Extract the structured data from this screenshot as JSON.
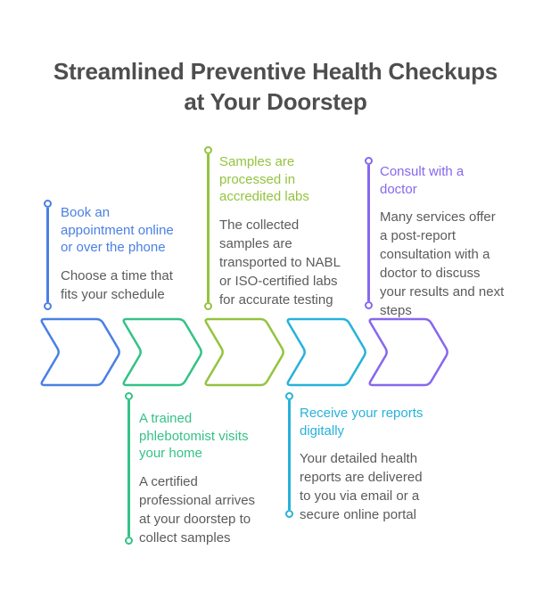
{
  "title": "Streamlined Preventive Health Checkups\nat Your Doorstep",
  "colors": {
    "title_text": "#4e4e4e",
    "body_text": "#5a5b5d",
    "background": "#ffffff"
  },
  "steps": [
    {
      "color": "#4a80e4",
      "heading": "Book an\nappointment online\nor over the phone",
      "body": "Choose a time that\nfits your schedule"
    },
    {
      "color": "#35c287",
      "heading": "A trained\nphlebotomist visits\nyour home",
      "body": "A certified\nprofessional arrives\nat your doorstep to\ncollect samples"
    },
    {
      "color": "#94c33f",
      "heading": "Samples are\nprocessed in\naccredited labs",
      "body": "The collected\nsamples are\ntransported to NABL\nor ISO-certified labs\nfor accurate testing"
    },
    {
      "color": "#27b2da",
      "heading": "Receive your reports\ndigitally",
      "body": "Your detailed health\nreports are delivered\nto you via email or a\nsecure online portal"
    },
    {
      "color": "#8767ee",
      "heading": "Consult with a\ndoctor",
      "body": "Many services offer\na post-report\nconsultation with a\ndoctor to discuss\nyour results and next\nsteps"
    }
  ]
}
